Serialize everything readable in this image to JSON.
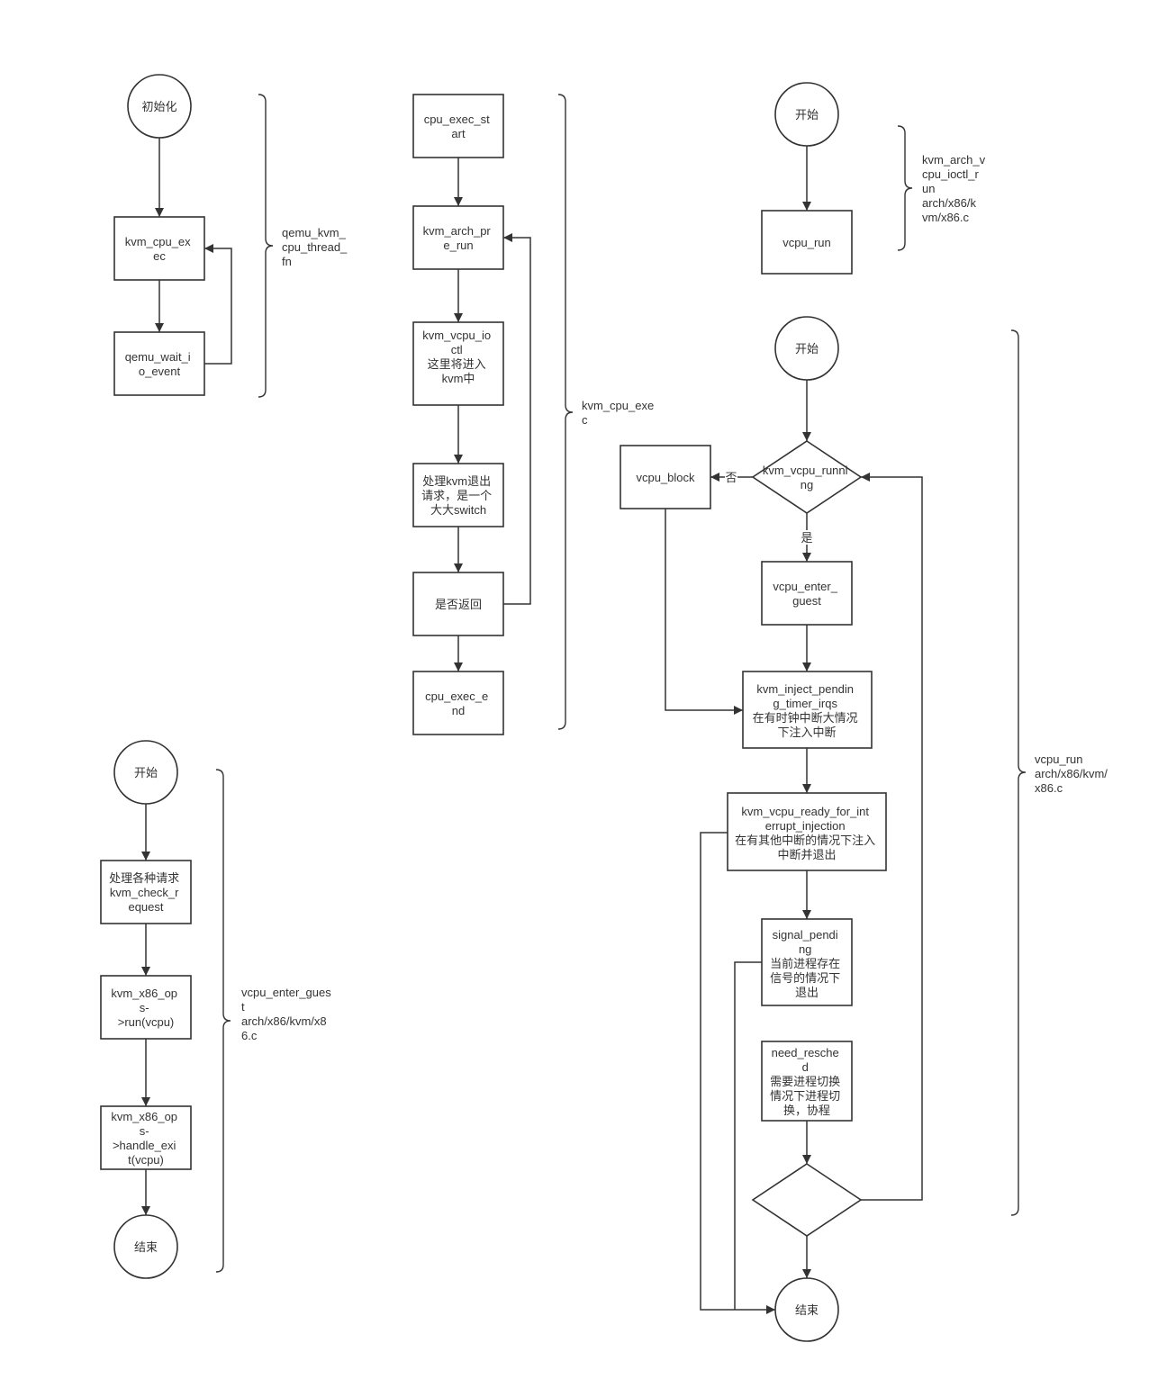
{
  "colors": {
    "stroke": "#333333",
    "text": "#333333",
    "background": "#ffffff"
  },
  "nodes": {
    "init": {
      "lines": [
        "初始化"
      ]
    },
    "kvm_cpu_exec": {
      "lines": [
        "kvm_cpu_ex",
        "ec"
      ]
    },
    "qemu_wait_io_event": {
      "lines": [
        "qemu_wait_i",
        "o_event"
      ]
    },
    "cpu_exec_start": {
      "lines": [
        "cpu_exec_st",
        "art"
      ]
    },
    "kvm_arch_pre_run": {
      "lines": [
        "kvm_arch_pr",
        "e_run"
      ]
    },
    "kvm_vcpu_ioctl": {
      "lines": [
        "kvm_vcpu_io",
        "ctl",
        "这里将进入",
        "kvm中"
      ]
    },
    "handle_kvm_exit": {
      "lines": [
        "处理kvm退出",
        "请求，是一个",
        "大大switch"
      ]
    },
    "return_check": {
      "lines": [
        "是否返回"
      ]
    },
    "cpu_exec_end": {
      "lines": [
        "cpu_exec_e",
        "nd"
      ]
    },
    "start_ioctl_run": {
      "lines": [
        "开始"
      ]
    },
    "vcpu_run": {
      "lines": [
        "vcpu_run"
      ]
    },
    "start_vcpu_run": {
      "lines": [
        "开始"
      ]
    },
    "kvm_vcpu_running": {
      "lines": [
        "kvm_vcpu_runni",
        "ng"
      ]
    },
    "vcpu_block": {
      "lines": [
        "vcpu_block"
      ]
    },
    "vcpu_enter_guest": {
      "lines": [
        "vcpu_enter_",
        "guest"
      ]
    },
    "kvm_inject_pending_timer_irqs": {
      "lines": [
        "kvm_inject_pendin",
        "g_timer_irqs",
        "在有时钟中断大情况",
        "下注入中断"
      ]
    },
    "kvm_vcpu_ready_for_interrupt_injection": {
      "lines": [
        "kvm_vcpu_ready_for_int",
        "errupt_injection",
        "在有其他中断的情况下注入",
        "中断并退出"
      ]
    },
    "signal_pending": {
      "lines": [
        "signal_pendi",
        "ng",
        "当前进程存在",
        "信号的情况下",
        "退出"
      ]
    },
    "need_resched": {
      "lines": [
        "need_resche",
        "d",
        "需要进程切换",
        "情况下进程切",
        "换，协程"
      ]
    },
    "end_vcpu_run": {
      "lines": [
        "结束"
      ]
    },
    "start_enter_guest": {
      "lines": [
        "开始"
      ]
    },
    "kvm_check_request": {
      "lines": [
        "处理各种请求",
        "kvm_check_r",
        "equest"
      ]
    },
    "kvm_x86_ops_run": {
      "lines": [
        "kvm_x86_op",
        "s-",
        ">run(vcpu)"
      ]
    },
    "kvm_x86_ops_handle_exit": {
      "lines": [
        "kvm_x86_op",
        "s-",
        ">handle_exi",
        "t(vcpu)"
      ]
    },
    "end_enter_guest": {
      "lines": [
        "结束"
      ]
    }
  },
  "edge_labels": {
    "no": "否",
    "yes": "是"
  },
  "annotations": {
    "qemu_kvm_cpu_thread_fn": {
      "lines": [
        "qemu_kvm_",
        "cpu_thread_",
        "fn"
      ]
    },
    "kvm_cpu_exec": {
      "lines": [
        "kvm_cpu_exe",
        "c"
      ]
    },
    "kvm_arch_vcpu_ioctl_run": {
      "lines": [
        "kvm_arch_v",
        "cpu_ioctl_r",
        "un",
        "arch/x86/k",
        "vm/x86.c"
      ]
    },
    "vcpu_run": {
      "lines": [
        "vcpu_run",
        "arch/x86/kvm/",
        "x86.c"
      ]
    },
    "vcpu_enter_guest": {
      "lines": [
        "vcpu_enter_gues",
        "t",
        "arch/x86/kvm/x8",
        "6.c"
      ]
    }
  }
}
